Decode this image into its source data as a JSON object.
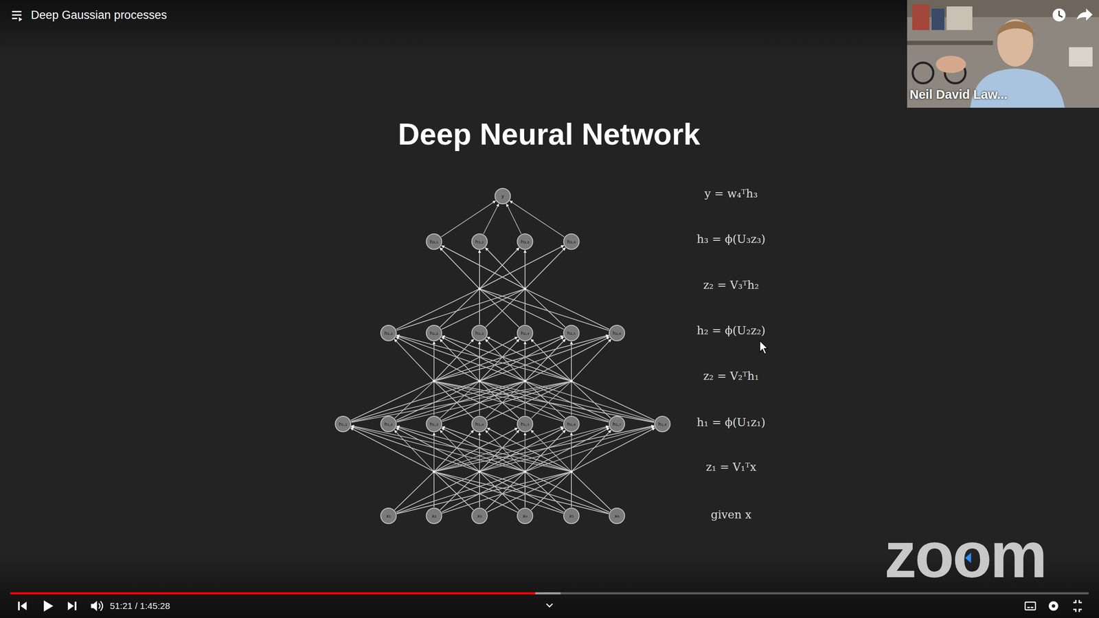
{
  "diagram": {
    "title": "Deep Neural Network",
    "nodes": [
      {
        "text": [
          "y"
        ]
      },
      {
        "text": [
          "h₃,₁"
        ]
      },
      {
        "text": [
          "h₃,₂"
        ]
      },
      {
        "text": [
          "h₃,₃"
        ]
      },
      {
        "text": [
          "h₃,₄"
        ]
      },
      {
        "text": [
          "h₂,₁"
        ]
      },
      {
        "text": [
          "h₂,₂"
        ]
      },
      {
        "text": [
          "h₂,₃"
        ]
      },
      {
        "text": [
          "h₂,₄"
        ]
      },
      {
        "text": [
          "h₂,₅"
        ]
      },
      {
        "text": [
          "h₂,₆"
        ]
      },
      {
        "text": [
          "h₁,₁"
        ]
      },
      {
        "text": [
          "h₁,₂"
        ]
      },
      {
        "text": [
          "h₁,₃"
        ]
      },
      {
        "text": [
          "h₁,₄"
        ]
      },
      {
        "text": [
          "h₁,₅"
        ]
      },
      {
        "text": [
          "h₁,₆"
        ]
      },
      {
        "text": [
          "h₁,₇"
        ]
      },
      {
        "text": [
          "h₁,₈"
        ]
      },
      {
        "text": [
          "x₁"
        ]
      },
      {
        "text": [
          "x₂"
        ]
      },
      {
        "text": [
          "x₃"
        ]
      },
      {
        "text": [
          "x₄"
        ]
      },
      {
        "text": [
          "x₅"
        ]
      },
      {
        "text": [
          "x₆"
        ]
      }
    ],
    "edges": [
      {
        "from": 19,
        "to": 11,
        "arrow": "to"
      },
      {
        "from": 19,
        "to": 12,
        "arrow": "to"
      },
      {
        "from": 19,
        "to": 13,
        "arrow": "to"
      },
      {
        "from": 19,
        "to": 14,
        "arrow": "to"
      },
      {
        "from": 19,
        "to": 15,
        "arrow": "to"
      },
      {
        "from": 19,
        "to": 16,
        "arrow": "to"
      },
      {
        "from": 19,
        "to": 17,
        "arrow": "to"
      },
      {
        "from": 19,
        "to": 18,
        "arrow": "to"
      },
      {
        "from": 20,
        "to": 11,
        "arrow": "to"
      },
      {
        "from": 20,
        "to": 12,
        "arrow": "to"
      },
      {
        "from": 20,
        "to": 13,
        "arrow": "to"
      },
      {
        "from": 20,
        "to": 14,
        "arrow": "to"
      },
      {
        "from": 20,
        "to": 15,
        "arrow": "to"
      },
      {
        "from": 20,
        "to": 16,
        "arrow": "to"
      },
      {
        "from": 20,
        "to": 17,
        "arrow": "to"
      },
      {
        "from": 20,
        "to": 18,
        "arrow": "to"
      },
      {
        "from": 21,
        "to": 11,
        "arrow": "to"
      },
      {
        "from": 21,
        "to": 12,
        "arrow": "to"
      },
      {
        "from": 21,
        "to": 13,
        "arrow": "to"
      },
      {
        "from": 21,
        "to": 14,
        "arrow": "to"
      },
      {
        "from": 21,
        "to": 15,
        "arrow": "to"
      },
      {
        "from": 21,
        "to": 16,
        "arrow": "to"
      },
      {
        "from": 21,
        "to": 17,
        "arrow": "to"
      },
      {
        "from": 21,
        "to": 18,
        "arrow": "to"
      },
      {
        "from": 22,
        "to": 11,
        "arrow": "to"
      },
      {
        "from": 22,
        "to": 12,
        "arrow": "to"
      },
      {
        "from": 22,
        "to": 13,
        "arrow": "to"
      },
      {
        "from": 22,
        "to": 14,
        "arrow": "to"
      },
      {
        "from": 22,
        "to": 15,
        "arrow": "to"
      },
      {
        "from": 22,
        "to": 16,
        "arrow": "to"
      },
      {
        "from": 22,
        "to": 17,
        "arrow": "to"
      },
      {
        "from": 22,
        "to": 18,
        "arrow": "to"
      },
      {
        "from": 23,
        "to": 11,
        "arrow": "to"
      },
      {
        "from": 23,
        "to": 12,
        "arrow": "to"
      },
      {
        "from": 23,
        "to": 13,
        "arrow": "to"
      },
      {
        "from": 23,
        "to": 14,
        "arrow": "to"
      },
      {
        "from": 23,
        "to": 15,
        "arrow": "to"
      },
      {
        "from": 23,
        "to": 16,
        "arrow": "to"
      },
      {
        "from": 23,
        "to": 17,
        "arrow": "to"
      },
      {
        "from": 23,
        "to": 18,
        "arrow": "to"
      },
      {
        "from": 24,
        "to": 11,
        "arrow": "to"
      },
      {
        "from": 24,
        "to": 12,
        "arrow": "to"
      },
      {
        "from": 24,
        "to": 13,
        "arrow": "to"
      },
      {
        "from": 24,
        "to": 14,
        "arrow": "to"
      },
      {
        "from": 24,
        "to": 15,
        "arrow": "to"
      },
      {
        "from": 24,
        "to": 16,
        "arrow": "to"
      },
      {
        "from": 24,
        "to": 17,
        "arrow": "to"
      },
      {
        "from": 24,
        "to": 18,
        "arrow": "to"
      },
      {
        "from": 11,
        "to": 5,
        "arrow": "to"
      },
      {
        "from": 11,
        "to": 6,
        "arrow": "to"
      },
      {
        "from": 11,
        "to": 7,
        "arrow": "to"
      },
      {
        "from": 11,
        "to": 8,
        "arrow": "to"
      },
      {
        "from": 11,
        "to": 9,
        "arrow": "to"
      },
      {
        "from": 11,
        "to": 10,
        "arrow": "to"
      },
      {
        "from": 12,
        "to": 5,
        "arrow": "to"
      },
      {
        "from": 12,
        "to": 6,
        "arrow": "to"
      },
      {
        "from": 12,
        "to": 7,
        "arrow": "to"
      },
      {
        "from": 12,
        "to": 8,
        "arrow": "to"
      },
      {
        "from": 12,
        "to": 9,
        "arrow": "to"
      },
      {
        "from": 12,
        "to": 10,
        "arrow": "to"
      },
      {
        "from": 13,
        "to": 5,
        "arrow": "to"
      },
      {
        "from": 13,
        "to": 6,
        "arrow": "to"
      },
      {
        "from": 13,
        "to": 7,
        "arrow": "to"
      },
      {
        "from": 13,
        "to": 8,
        "arrow": "to"
      },
      {
        "from": 13,
        "to": 9,
        "arrow": "to"
      },
      {
        "from": 13,
        "to": 10,
        "arrow": "to"
      },
      {
        "from": 14,
        "to": 5,
        "arrow": "to"
      },
      {
        "from": 14,
        "to": 6,
        "arrow": "to"
      },
      {
        "from": 14,
        "to": 7,
        "arrow": "to"
      },
      {
        "from": 14,
        "to": 8,
        "arrow": "to"
      },
      {
        "from": 14,
        "to": 9,
        "arrow": "to"
      },
      {
        "from": 14,
        "to": 10,
        "arrow": "to"
      },
      {
        "from": 15,
        "to": 5,
        "arrow": "to"
      },
      {
        "from": 15,
        "to": 6,
        "arrow": "to"
      },
      {
        "from": 15,
        "to": 7,
        "arrow": "to"
      },
      {
        "from": 15,
        "to": 8,
        "arrow": "to"
      },
      {
        "from": 15,
        "to": 9,
        "arrow": "to"
      },
      {
        "from": 15,
        "to": 10,
        "arrow": "to"
      },
      {
        "from": 16,
        "to": 5,
        "arrow": "to"
      },
      {
        "from": 16,
        "to": 6,
        "arrow": "to"
      },
      {
        "from": 16,
        "to": 7,
        "arrow": "to"
      },
      {
        "from": 16,
        "to": 8,
        "arrow": "to"
      },
      {
        "from": 16,
        "to": 9,
        "arrow": "to"
      },
      {
        "from": 16,
        "to": 10,
        "arrow": "to"
      },
      {
        "from": 17,
        "to": 5,
        "arrow": "to"
      },
      {
        "from": 17,
        "to": 6,
        "arrow": "to"
      },
      {
        "from": 17,
        "to": 7,
        "arrow": "to"
      },
      {
        "from": 17,
        "to": 8,
        "arrow": "to"
      },
      {
        "from": 17,
        "to": 9,
        "arrow": "to"
      },
      {
        "from": 17,
        "to": 10,
        "arrow": "to"
      },
      {
        "from": 18,
        "to": 5,
        "arrow": "to"
      },
      {
        "from": 18,
        "to": 6,
        "arrow": "to"
      },
      {
        "from": 18,
        "to": 7,
        "arrow": "to"
      },
      {
        "from": 18,
        "to": 8,
        "arrow": "to"
      },
      {
        "from": 18,
        "to": 9,
        "arrow": "to"
      },
      {
        "from": 18,
        "to": 10,
        "arrow": "to"
      },
      {
        "from": 5,
        "to": 1,
        "arrow": "to"
      },
      {
        "from": 5,
        "to": 2,
        "arrow": "to"
      },
      {
        "from": 5,
        "to": 3,
        "arrow": "to"
      },
      {
        "from": 5,
        "to": 4,
        "arrow": "to"
      },
      {
        "from": 6,
        "to": 1,
        "arrow": "to"
      },
      {
        "from": 6,
        "to": 2,
        "arrow": "to"
      },
      {
        "from": 6,
        "to": 3,
        "arrow": "to"
      },
      {
        "from": 6,
        "to": 4,
        "arrow": "to"
      },
      {
        "from": 7,
        "to": 1,
        "arrow": "to"
      },
      {
        "from": 7,
        "to": 2,
        "arrow": "to"
      },
      {
        "from": 7,
        "to": 3,
        "arrow": "to"
      },
      {
        "from": 7,
        "to": 4,
        "arrow": "to"
      },
      {
        "from": 8,
        "to": 1,
        "arrow": "to"
      },
      {
        "from": 8,
        "to": 2,
        "arrow": "to"
      },
      {
        "from": 8,
        "to": 3,
        "arrow": "to"
      },
      {
        "from": 8,
        "to": 4,
        "arrow": "to"
      },
      {
        "from": 9,
        "to": 1,
        "arrow": "to"
      },
      {
        "from": 9,
        "to": 2,
        "arrow": "to"
      },
      {
        "from": 9,
        "to": 3,
        "arrow": "to"
      },
      {
        "from": 9,
        "to": 4,
        "arrow": "to"
      },
      {
        "from": 10,
        "to": 1,
        "arrow": "to"
      },
      {
        "from": 10,
        "to": 2,
        "arrow": "to"
      },
      {
        "from": 10,
        "to": 3,
        "arrow": "to"
      },
      {
        "from": 10,
        "to": 4,
        "arrow": "to"
      },
      {
        "from": 1,
        "to": 0,
        "arrow": "to"
      },
      {
        "from": 2,
        "to": 0,
        "arrow": "to"
      },
      {
        "from": 3,
        "to": 0,
        "arrow": "to"
      },
      {
        "from": 4,
        "to": 0,
        "arrow": "to"
      }
    ],
    "labels": [
      "Deep Gaussian processes",
      "Neil David Law...",
      "y = w₄ᵀh₃",
      "h₃ = ϕ(U₃z₃)",
      "z₂ = V₃ᵀh₂",
      "h₂ = ϕ(U₂z₂)",
      "z₂ = V₂ᵀh₁",
      "h₁ = ϕ(U₁z₁)",
      "z₁ = V₁ᵀx",
      "given x",
      "51:21 / 1:45:28",
      "zoom"
    ]
  }
}
